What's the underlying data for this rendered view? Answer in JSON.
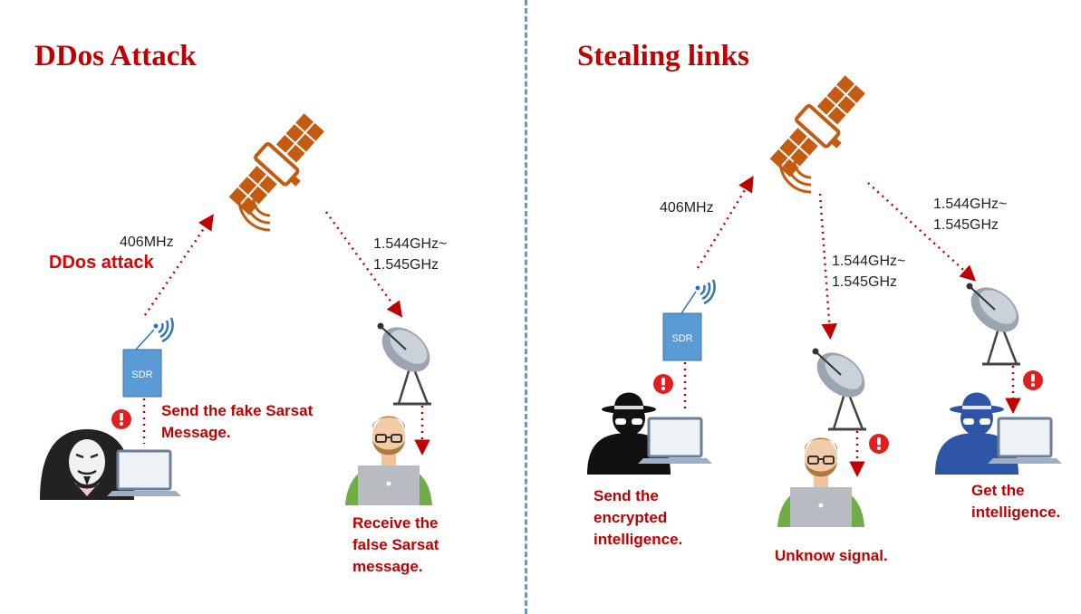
{
  "left_panel": {
    "title": "DDos Attack",
    "uplink_freq": "406MHz",
    "downlink_freq_line1": "1.544GHz~",
    "downlink_freq_line2": "1.545GHz",
    "attack_label": "DDos attack",
    "sdr_label": "SDR",
    "attacker_caption_line1": "Send the fake Sarsat",
    "attacker_caption_line2": "Message.",
    "receiver_caption_line1": "Receive the",
    "receiver_caption_line2": "false Sarsat",
    "receiver_caption_line3": "message."
  },
  "right_panel": {
    "title": "Stealing links",
    "uplink_freq": "406MHz",
    "downlink_a_freq_line1": "1.544GHz~",
    "downlink_a_freq_line2": "1.545GHz",
    "downlink_b_freq_line1": "1.544GHz~",
    "downlink_b_freq_line2": "1.545GHz",
    "sdr_label": "SDR",
    "sender_caption_line1": "Send the",
    "sender_caption_line2": "encrypted",
    "sender_caption_line3": "intelligence.",
    "receiver_caption": "Unknow signal.",
    "spy_caption_line1": "Get the",
    "spy_caption_line2": "intelligence."
  },
  "colors": {
    "title_red": "#c00000",
    "satellite_orange": "#c55a11",
    "sdr_blue": "#5b9bd5",
    "divider_blue": "#5b9bd5",
    "alert_red": "#e02020",
    "person_green": "#70ad47",
    "spy_black": "#111111",
    "spy_blue": "#2e55a5"
  },
  "icons": [
    "satellite-icon",
    "dish-antenna-icon",
    "wifi-signal-icon",
    "alert-icon",
    "hacker-icon",
    "spy-icon",
    "user-with-laptop-icon",
    "laptop-icon"
  ]
}
